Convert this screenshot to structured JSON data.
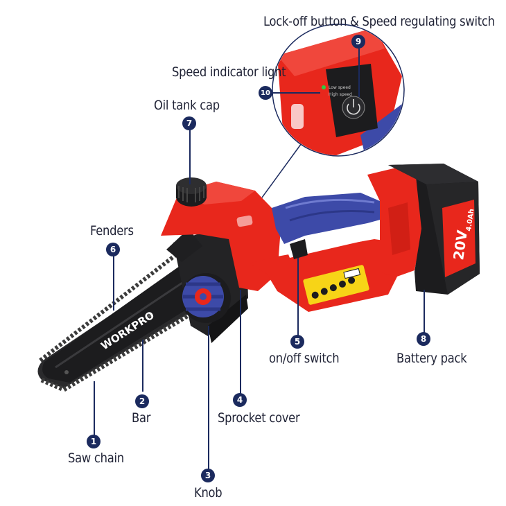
{
  "brand": "WORKPRO",
  "battery": {
    "voltage": "20V",
    "capacity": "4.0Ah"
  },
  "inset_panel": {
    "low_speed": "Low speed",
    "high_speed": "High speed"
  },
  "callouts": [
    {
      "number": "1",
      "label": "Saw chain"
    },
    {
      "number": "2",
      "label": "Bar"
    },
    {
      "number": "3",
      "label": "Knob"
    },
    {
      "number": "4",
      "label": "Sprocket cover"
    },
    {
      "number": "5",
      "label": "on/off switch"
    },
    {
      "number": "6",
      "label": "Fenders"
    },
    {
      "number": "7",
      "label": "Oil tank cap"
    },
    {
      "number": "8",
      "label": "Battery pack"
    },
    {
      "number": "9",
      "label": "Lock-off button & Speed regulating switch"
    },
    {
      "number": "10",
      "label": "Speed indicator light"
    }
  ],
  "colors": {
    "body_red": "#e8271c",
    "handle_blue": "#3d4aa8",
    "bar_black": "#1c1c1e",
    "badge_navy": "#1b2a5e"
  }
}
